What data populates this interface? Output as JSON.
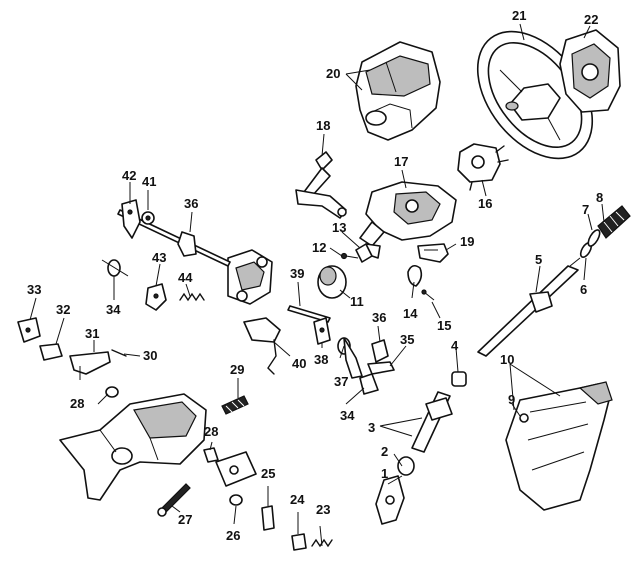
{
  "callouts": [
    {
      "id": "1",
      "label": "1"
    },
    {
      "id": "2",
      "label": "2"
    },
    {
      "id": "3",
      "label": "3"
    },
    {
      "id": "4",
      "label": "4"
    },
    {
      "id": "5",
      "label": "5"
    },
    {
      "id": "6",
      "label": "6"
    },
    {
      "id": "7",
      "label": "7"
    },
    {
      "id": "8",
      "label": "8"
    },
    {
      "id": "9",
      "label": "9"
    },
    {
      "id": "10",
      "label": "10"
    },
    {
      "id": "11",
      "label": "11"
    },
    {
      "id": "12",
      "label": "12"
    },
    {
      "id": "13",
      "label": "13"
    },
    {
      "id": "14",
      "label": "14"
    },
    {
      "id": "15",
      "label": "15"
    },
    {
      "id": "16",
      "label": "16"
    },
    {
      "id": "17",
      "label": "17"
    },
    {
      "id": "18",
      "label": "18"
    },
    {
      "id": "19",
      "label": "19"
    },
    {
      "id": "20",
      "label": "20"
    },
    {
      "id": "21",
      "label": "21"
    },
    {
      "id": "22",
      "label": "22"
    },
    {
      "id": "23",
      "label": "23"
    },
    {
      "id": "24",
      "label": "24"
    },
    {
      "id": "25",
      "label": "25"
    },
    {
      "id": "26",
      "label": "26"
    },
    {
      "id": "27",
      "label": "27"
    },
    {
      "id": "28a",
      "label": "28"
    },
    {
      "id": "28b",
      "label": "28"
    },
    {
      "id": "29",
      "label": "29"
    },
    {
      "id": "30",
      "label": "30"
    },
    {
      "id": "31",
      "label": "31"
    },
    {
      "id": "32",
      "label": "32"
    },
    {
      "id": "33",
      "label": "33"
    },
    {
      "id": "34a",
      "label": "34"
    },
    {
      "id": "34b",
      "label": "34"
    },
    {
      "id": "35",
      "label": "35"
    },
    {
      "id": "36a",
      "label": "36"
    },
    {
      "id": "36b",
      "label": "36"
    },
    {
      "id": "37",
      "label": "37"
    },
    {
      "id": "38",
      "label": "38"
    },
    {
      "id": "39",
      "label": "39"
    },
    {
      "id": "40",
      "label": "40"
    },
    {
      "id": "41",
      "label": "41"
    },
    {
      "id": "42",
      "label": "42"
    },
    {
      "id": "43",
      "label": "43"
    },
    {
      "id": "44",
      "label": "44"
    }
  ]
}
